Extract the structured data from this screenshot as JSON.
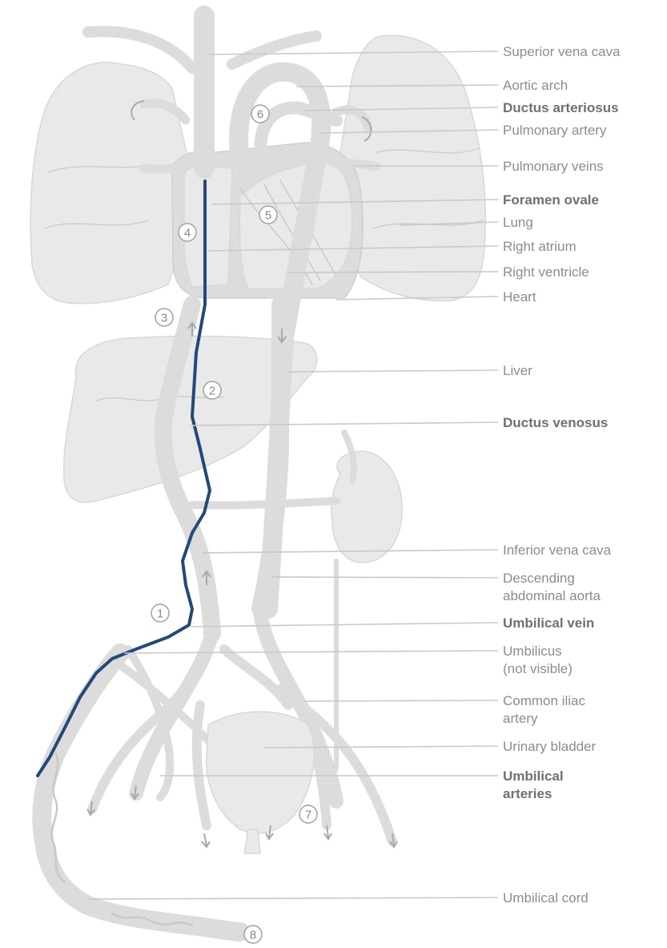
{
  "labels": [
    {
      "id": "superior-vena-cava",
      "text": "Superior vena cava",
      "bold": false
    },
    {
      "id": "aortic-arch",
      "text": "Aortic arch",
      "bold": false
    },
    {
      "id": "ductus-arteriosus",
      "text": "Ductus arteriosus",
      "bold": true
    },
    {
      "id": "pulmonary-artery",
      "text": "Pulmonary artery",
      "bold": false
    },
    {
      "id": "pulmonary-veins",
      "text": "Pulmonary veins",
      "bold": false
    },
    {
      "id": "foramen-ovale",
      "text": "Foramen ovale",
      "bold": true
    },
    {
      "id": "lung",
      "text": "Lung",
      "bold": false
    },
    {
      "id": "right-atrium",
      "text": "Right atrium",
      "bold": false
    },
    {
      "id": "right-ventricle",
      "text": "Right ventricle",
      "bold": false
    },
    {
      "id": "heart",
      "text": "Heart",
      "bold": false
    },
    {
      "id": "liver",
      "text": "Liver",
      "bold": false
    },
    {
      "id": "ductus-venosus",
      "text": "Ductus venosus",
      "bold": true
    },
    {
      "id": "inferior-vena-cava",
      "text": "Inferior vena cava",
      "bold": false
    },
    {
      "id": "descending-abdominal-aorta",
      "lines": [
        "Descending",
        "abdominal aorta"
      ],
      "bold": false
    },
    {
      "id": "umbilical-vein",
      "text": "Umbilical vein",
      "bold": true
    },
    {
      "id": "umbilicus",
      "lines": [
        "Umbilicus",
        "(not visible)"
      ],
      "bold": false
    },
    {
      "id": "common-iliac-artery",
      "lines": [
        "Common iliac",
        "artery"
      ],
      "bold": false
    },
    {
      "id": "urinary-bladder",
      "text": "Urinary bladder",
      "bold": false
    },
    {
      "id": "umbilical-arteries",
      "lines": [
        "Umbilical",
        "arteries"
      ],
      "bold": true
    },
    {
      "id": "umbilical-cord",
      "text": "Umbilical cord",
      "bold": false
    }
  ],
  "step_markers": [
    "1",
    "2",
    "3",
    "4",
    "5",
    "6",
    "7",
    "8"
  ],
  "colors": {
    "catheter": "#24487a",
    "label_text": "#8c8c8c",
    "label_bold": "#707070",
    "leader_line": "#c9c9c9",
    "organ_fill": "#e9e9e9"
  }
}
